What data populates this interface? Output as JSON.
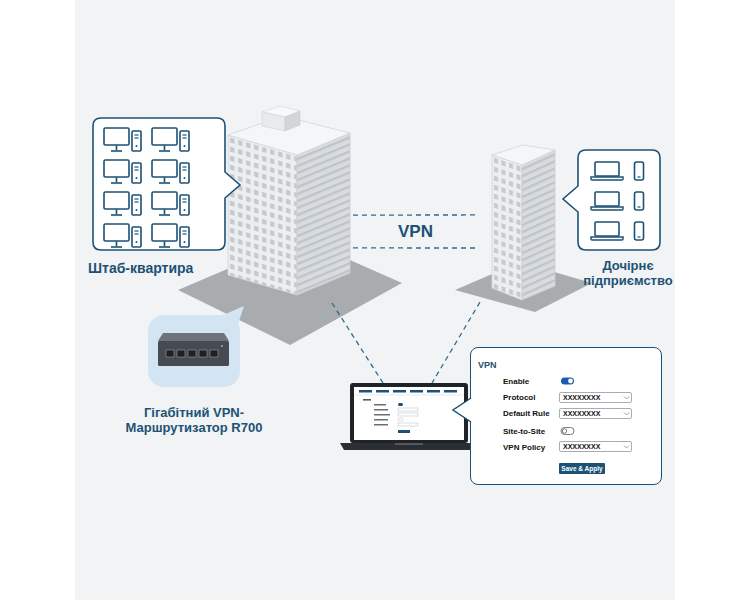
{
  "diagram": {
    "nodes": [
      {
        "text": [
          "Штаб-квартира"
        ]
      },
      {
        "text": [
          "Дочірнє підприємство"
        ]
      },
      {
        "text": [
          "Гігабітний VPN-Маршрутизатор R700"
        ]
      },
      {
        "text": []
      },
      {
        "text": [
          "VPN",
          "Enable",
          "Protocol",
          "Default Rule",
          "Site-to-Site",
          "VPN Policy"
        ]
      },
      {
        "text": [
          "XXXXXXXX"
        ],
        "in": 4
      },
      {
        "text": [
          "XXXXXXXX"
        ],
        "in": 4
      },
      {
        "text": [
          "XXXXXXXX"
        ],
        "in": 4
      },
      {
        "text": [
          "Save & Apply"
        ],
        "in": 4
      }
    ],
    "edges": [
      {
        "from": 0,
        "to": 1,
        "label": "VPN",
        "arrow": "none"
      },
      {
        "from": 0,
        "to": 1,
        "arrow": "none"
      },
      {
        "from": 0,
        "to": 3,
        "arrow": "none"
      },
      {
        "from": 1,
        "to": 3,
        "arrow": "none"
      }
    ]
  }
}
